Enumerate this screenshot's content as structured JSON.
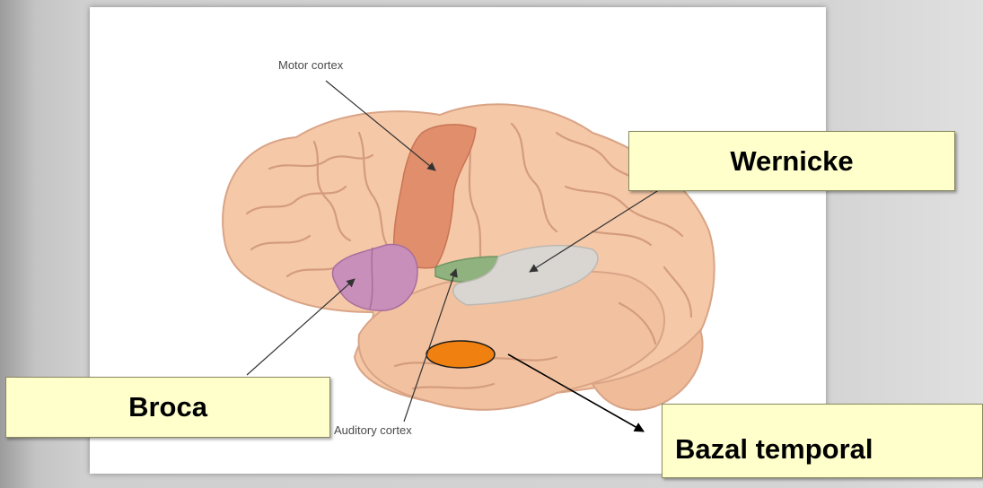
{
  "diagram": {
    "labels": {
      "motor_cortex": "Motor cortex",
      "auditory_cortex": "Auditory cortex"
    },
    "callouts": {
      "wernicke": "Wernicke",
      "broca": "Broca",
      "bazal_temporal": "Bazal temporal"
    },
    "colors": {
      "brain": "#f5c8a8",
      "brain_outline": "#d9a486",
      "motor_cortex": "#e08e6c",
      "broca_area": "#c98fbb",
      "auditory_area": "#8fb27e",
      "wernicke_area": "#d9d6d2",
      "bazal_temporal_marker": "#f08010",
      "callout_fill": "#ffffcc"
    }
  }
}
